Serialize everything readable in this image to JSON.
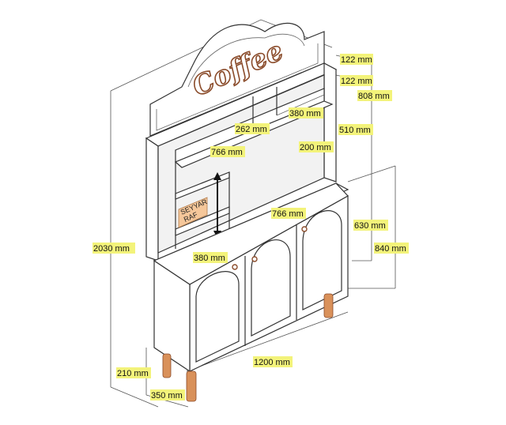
{
  "logo_text": "Coffee",
  "shelf_tag": {
    "line1": "SEYYAR",
    "line2": "RAF"
  },
  "dimensions": {
    "d122a": "122 mm",
    "d122b": "122 mm",
    "d808": "808 mm",
    "d380top": "380 mm",
    "d262": "262 mm",
    "d510": "510 mm",
    "d766top": "766 mm",
    "d200": "200 mm",
    "d766mid": "766 mm",
    "d630": "630 mm",
    "d2030": "2030 mm",
    "d840": "840 mm",
    "d380mid": "380 mm",
    "d1200": "1200 mm",
    "d210": "210 mm",
    "d350": "350 mm"
  },
  "colors": {
    "label_bg": "#f3f37a",
    "wood": "#d9915a",
    "logo_outline": "#8a4b2a",
    "tag_bg": "#f5c79a"
  }
}
